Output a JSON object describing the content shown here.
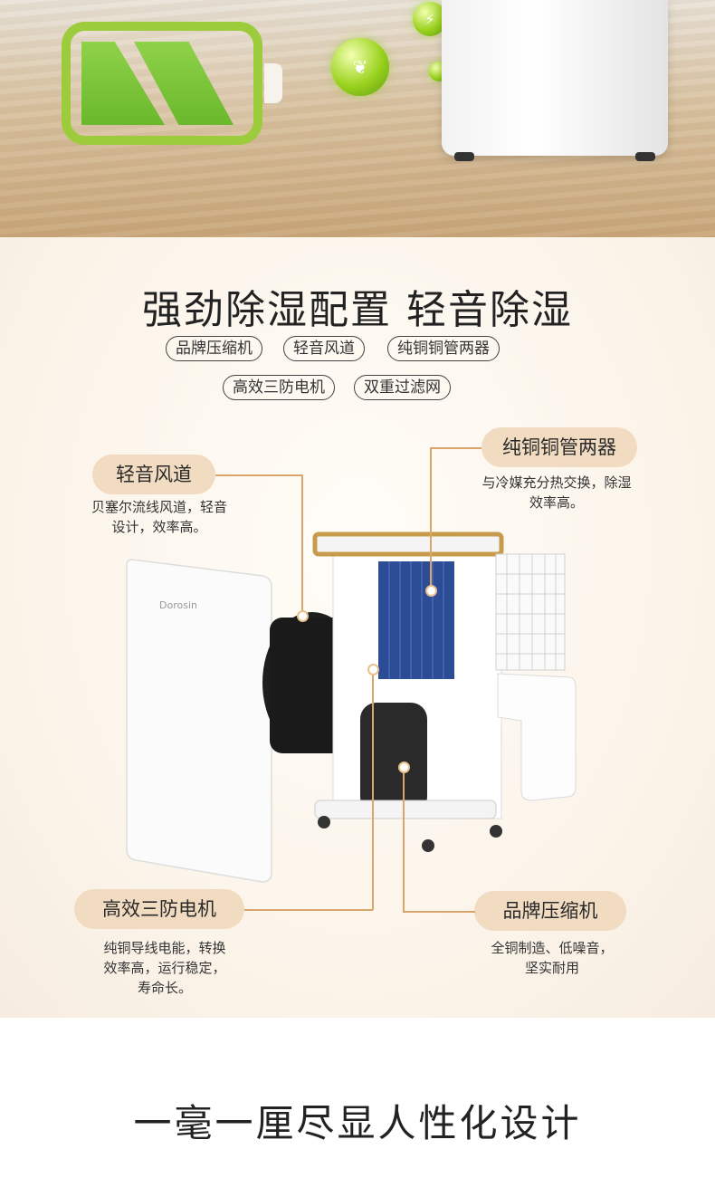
{
  "hero": {
    "battery": "battery-icon",
    "orbs": [
      "leaf-icon",
      "lightning-icon"
    ]
  },
  "section": {
    "title": "强劲除湿配置 轻音除湿",
    "tags": [
      "品牌压缩机",
      "轻音风道",
      "纯铜铜管两器",
      "高效三防电机",
      "双重过滤网"
    ],
    "brand_on_panel": "Dorosin",
    "callouts": {
      "air_duct": {
        "label": "轻音风道",
        "desc": "贝塞尔流线风道，轻音\n设计，效率高。"
      },
      "copper": {
        "label": "纯铜铜管两器",
        "desc": "与冷媒充分热交换，除湿\n效率高。"
      },
      "motor": {
        "label": "高效三防电机",
        "desc": "纯铜导线电能，转换\n效率高，运行稳定，\n寿命长。"
      },
      "compressor": {
        "label": "品牌压缩机",
        "desc": "全铜制造、低噪音，\n坚实耐用"
      }
    }
  },
  "footer": {
    "title": "一毫一厘尽显人性化设计"
  },
  "colors": {
    "accent": "#f1dcc2",
    "line": "#d9a56a",
    "battery": "#9ccc3c"
  }
}
